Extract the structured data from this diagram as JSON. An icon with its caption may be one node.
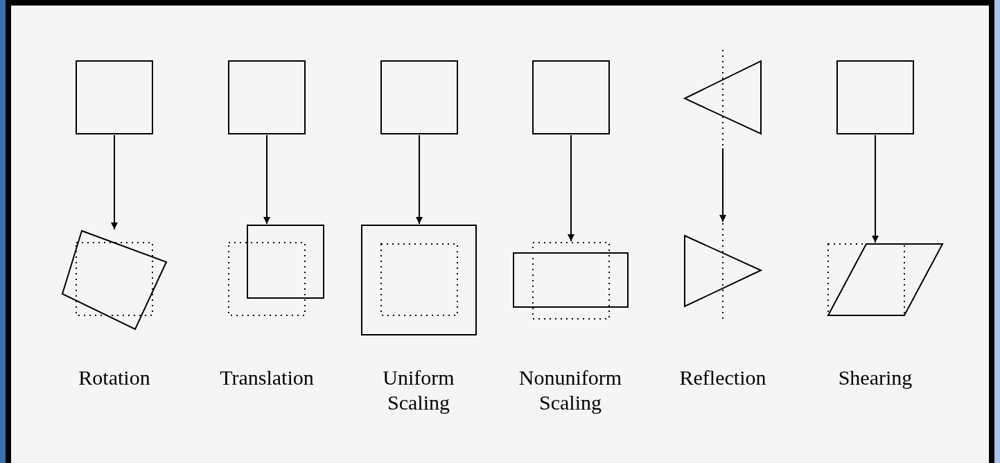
{
  "diagram": {
    "nodes": [
      {
        "text": [],
        "shape": "box"
      },
      {
        "text": [],
        "shape": "box"
      },
      {
        "text": [],
        "shape": "box"
      },
      {
        "text": [],
        "shape": "box"
      },
      {
        "text": [],
        "shape": "triangle"
      },
      {
        "text": [],
        "shape": "box"
      },
      {
        "text": [],
        "shape": "box",
        "beside": [
          "Rotation"
        ]
      },
      {
        "text": [],
        "shape": "box",
        "beside": [
          "Translation"
        ]
      },
      {
        "text": [],
        "shape": "box",
        "beside": [
          "Uniform Scaling"
        ]
      },
      {
        "text": [],
        "shape": "box",
        "beside": [
          "Nonuniform Scaling"
        ]
      },
      {
        "text": [],
        "shape": "triangle",
        "beside": [
          "Reflection"
        ]
      },
      {
        "text": [],
        "shape": "parallelogram",
        "beside": [
          "Shearing"
        ]
      }
    ],
    "edges": [
      {
        "from": 0,
        "to": 6,
        "arrow": "to"
      },
      {
        "from": 1,
        "to": 7,
        "arrow": "to"
      },
      {
        "from": 2,
        "to": 8,
        "arrow": "to"
      },
      {
        "from": 3,
        "to": 9,
        "arrow": "to"
      },
      {
        "from": 4,
        "to": 10,
        "arrow": "to"
      },
      {
        "from": 5,
        "to": 11,
        "arrow": "to"
      }
    ]
  }
}
